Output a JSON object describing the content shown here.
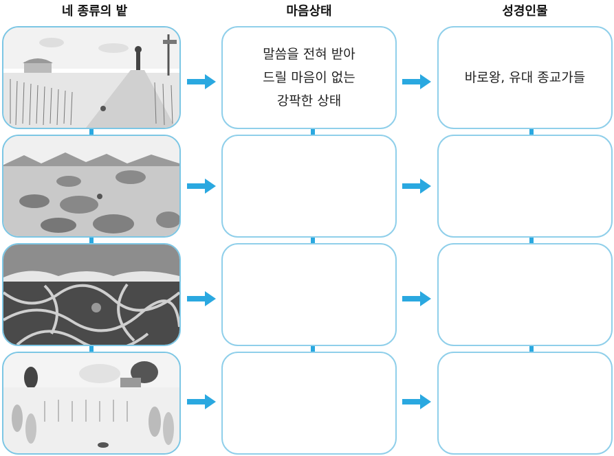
{
  "headers": {
    "col1": "네 종류의 밭",
    "col2": "마음상태",
    "col3": "성경인물"
  },
  "rows": [
    {
      "field": "path",
      "heart": "말씀을 전혀 받아\n드릴 마음이 없는\n강팍한 상태",
      "person": "바로왕, 유대 종교가들"
    },
    {
      "field": "rocky",
      "heart": "",
      "person": ""
    },
    {
      "field": "thorny",
      "heart": "",
      "person": ""
    },
    {
      "field": "good-soil",
      "heart": "",
      "person": ""
    }
  ],
  "colors": {
    "border": "#8fcfea",
    "arrow": "#2aa8e0"
  }
}
